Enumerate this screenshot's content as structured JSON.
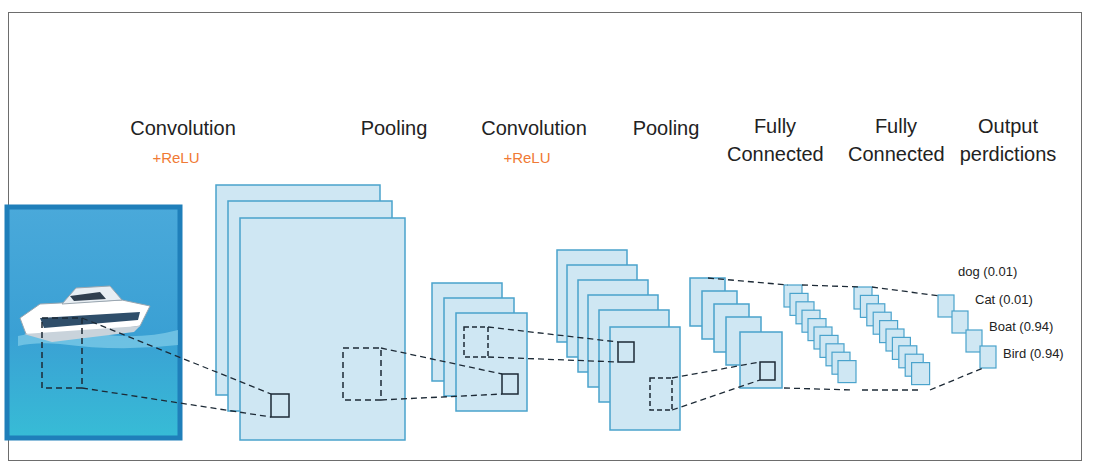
{
  "diagram": {
    "labels": [
      "Convolution",
      "+ReLU",
      "Pooling",
      "Convolution",
      "+ReLU",
      "Pooling",
      "Fully Connected",
      "Fully Connected",
      "Output perdictions",
      "dog (0.01)",
      "Cat (0.01)",
      "Boat (0.94)",
      "Bird (0.94)"
    ]
  }
}
